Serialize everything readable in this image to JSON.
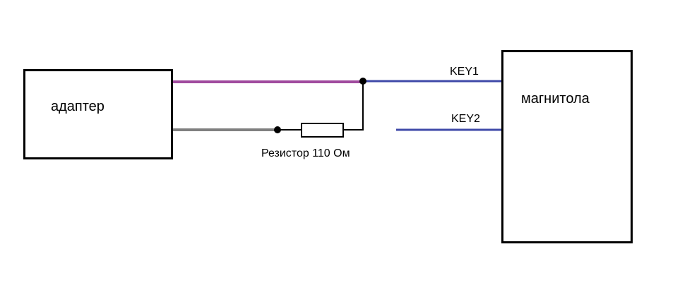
{
  "blocks": {
    "adapter": {
      "label": "адаптер"
    },
    "radio": {
      "label": "магнитола"
    }
  },
  "wires": {
    "key1": {
      "label": "KEY1",
      "color": "#3f4aa8"
    },
    "key2": {
      "label": "KEY2",
      "color": "#3f4aa8"
    },
    "adapter_top": {
      "color": "#a04b9e"
    },
    "adapter_bottom": {
      "color": "#808080"
    }
  },
  "resistor": {
    "label": "Резистор  110 Ом"
  }
}
